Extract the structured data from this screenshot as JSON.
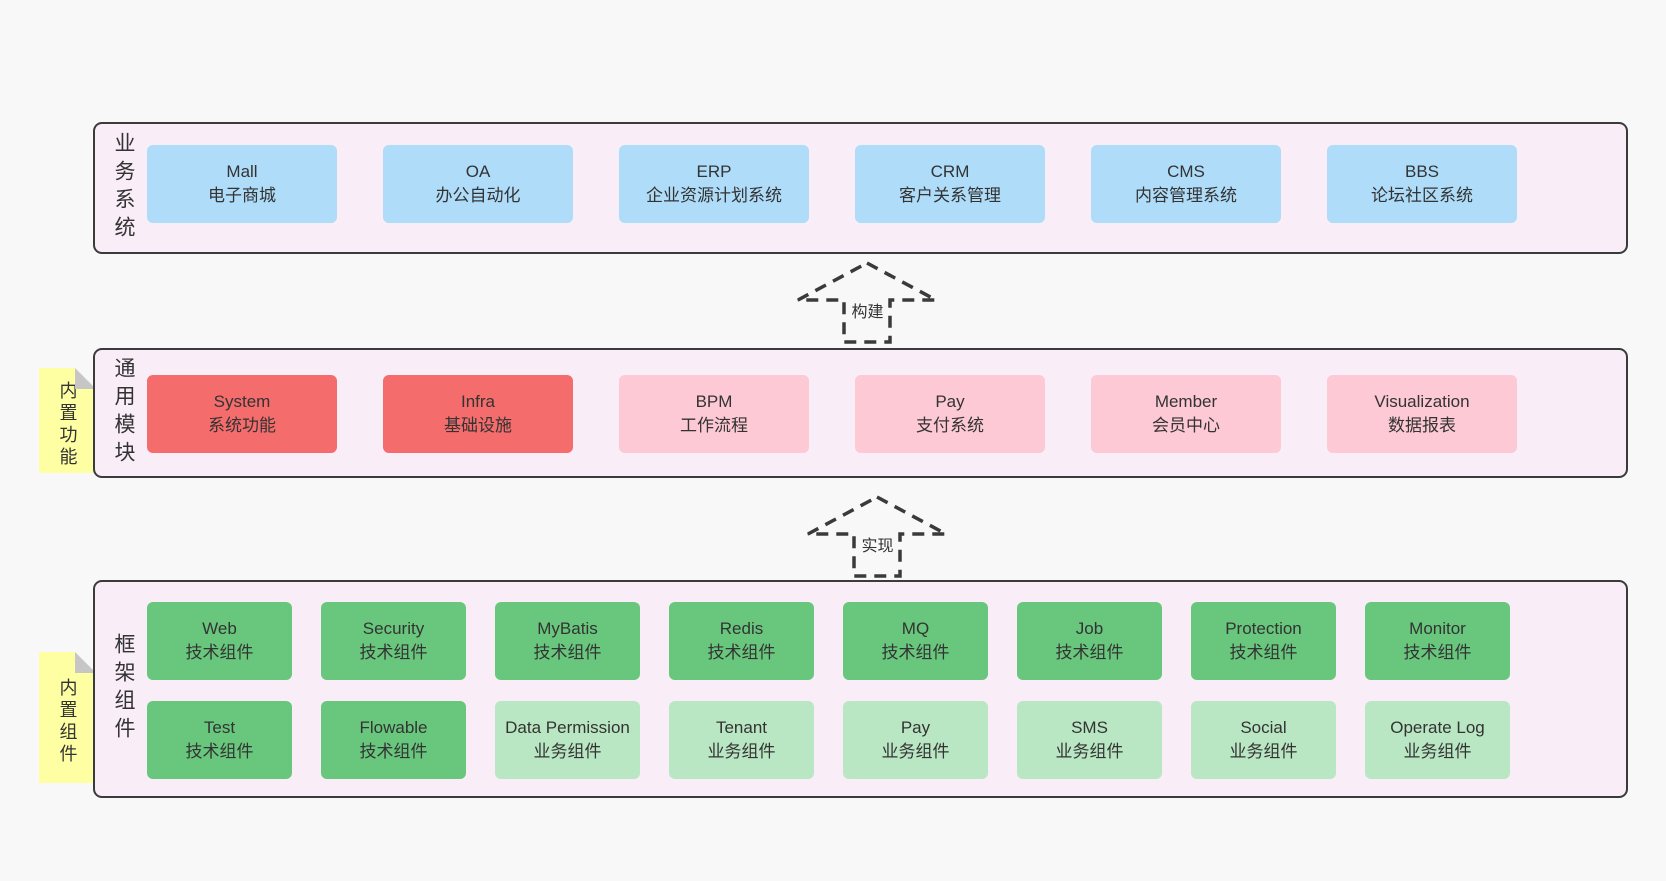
{
  "colors": {
    "page_bg": "#f8f8f8",
    "band_bg": "#f9edf7",
    "band_border": "#3b3b3b",
    "blue": "#aedcf9",
    "red": "#f56c6c",
    "pink": "#fdc9d4",
    "green": "#68c77d",
    "light_green": "#bae7c3",
    "note_yellow": "#feffa2",
    "note_fold": "#c6c6c6",
    "text": "#333333"
  },
  "bands": {
    "business": {
      "label": "业务系统",
      "boxes": [
        {
          "title": "Mall",
          "subtitle": "电子商城"
        },
        {
          "title": "OA",
          "subtitle": "办公自动化"
        },
        {
          "title": "ERP",
          "subtitle": "企业资源计划系统"
        },
        {
          "title": "CRM",
          "subtitle": "客户关系管理"
        },
        {
          "title": "CMS",
          "subtitle": "内容管理系统"
        },
        {
          "title": "BBS",
          "subtitle": "论坛社区系统"
        }
      ]
    },
    "modules": {
      "label": "通用模块",
      "note": "内置功能",
      "boxes": [
        {
          "title": "System",
          "subtitle": "系统功能"
        },
        {
          "title": "Infra",
          "subtitle": "基础设施"
        },
        {
          "title": "BPM",
          "subtitle": "工作流程"
        },
        {
          "title": "Pay",
          "subtitle": "支付系统"
        },
        {
          "title": "Member",
          "subtitle": "会员中心"
        },
        {
          "title": "Visualization",
          "subtitle": "数据报表"
        }
      ]
    },
    "framework": {
      "label": "框架组件",
      "note": "内置组件",
      "row1": [
        {
          "title": "Web",
          "subtitle": "技术组件"
        },
        {
          "title": "Security",
          "subtitle": "技术组件"
        },
        {
          "title": "MyBatis",
          "subtitle": "技术组件"
        },
        {
          "title": "Redis",
          "subtitle": "技术组件"
        },
        {
          "title": "MQ",
          "subtitle": "技术组件"
        },
        {
          "title": "Job",
          "subtitle": "技术组件"
        },
        {
          "title": "Protection",
          "subtitle": "技术组件"
        },
        {
          "title": "Monitor",
          "subtitle": "技术组件"
        }
      ],
      "row2": [
        {
          "title": "Test",
          "subtitle": "技术组件"
        },
        {
          "title": "Flowable",
          "subtitle": "技术组件"
        },
        {
          "title": "Data Permission",
          "subtitle": "业务组件"
        },
        {
          "title": "Tenant",
          "subtitle": "业务组件"
        },
        {
          "title": "Pay",
          "subtitle": "业务组件"
        },
        {
          "title": "SMS",
          "subtitle": "业务组件"
        },
        {
          "title": "Social",
          "subtitle": "业务组件"
        },
        {
          "title": "Operate Log",
          "subtitle": "业务组件"
        }
      ]
    }
  },
  "arrows": {
    "build": {
      "label": "构建"
    },
    "implement": {
      "label": "实现"
    }
  }
}
